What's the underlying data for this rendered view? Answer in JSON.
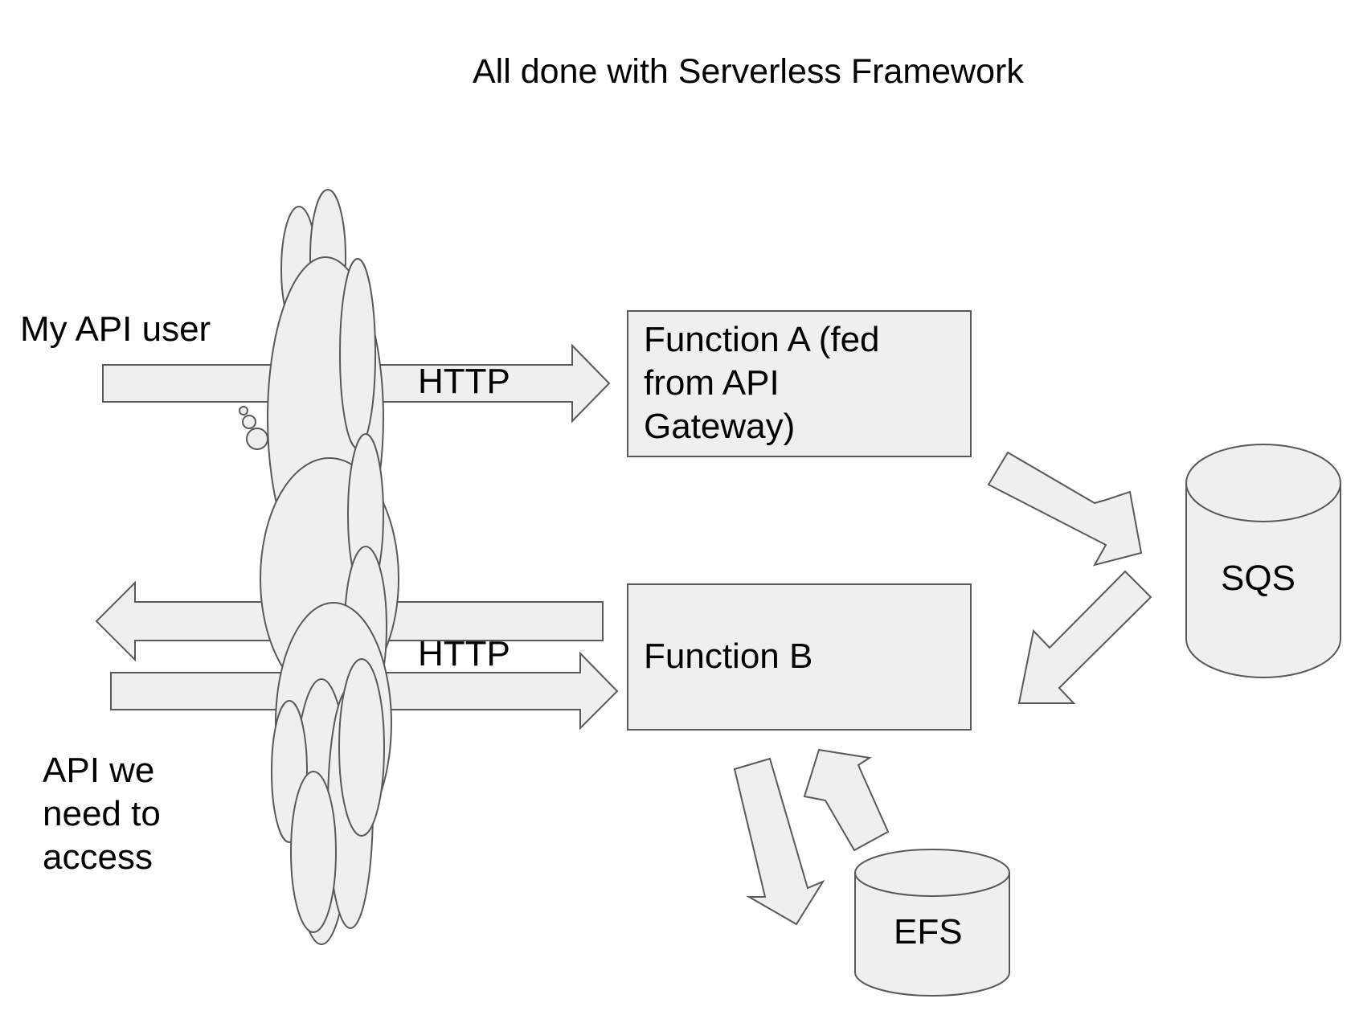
{
  "title": "All done with Serverless Framework",
  "labels": {
    "api_user": "My API user",
    "external_api": "API we\nneed to\naccess",
    "http_top": "HTTP",
    "http_bottom": "HTTP"
  },
  "nodes": {
    "function_a": "Function A (fed\nfrom API\nGateway)",
    "function_b": "Function B",
    "sqs": "SQS",
    "efs": "EFS"
  },
  "colors": {
    "shape_fill": "#efefef",
    "shape_stroke": "#595959",
    "text": "#000000",
    "background": "#ffffff"
  },
  "icons": {
    "cloud": "cloud-icon",
    "queue": "database-cylinder-icon",
    "storage": "database-cylinder-icon"
  }
}
